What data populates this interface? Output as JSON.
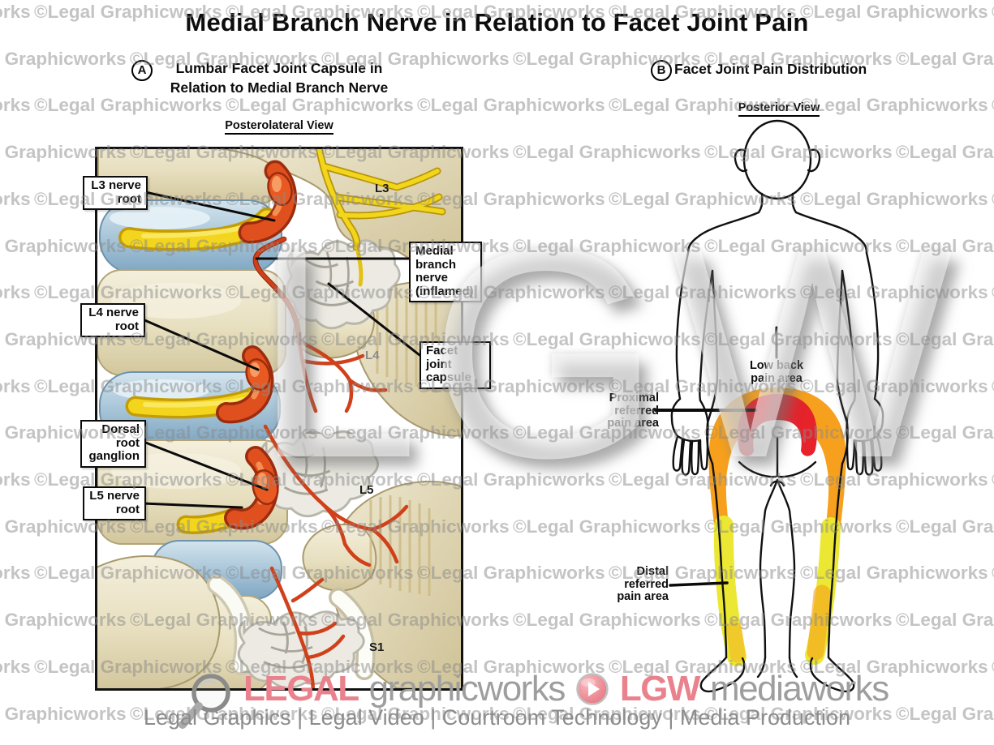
{
  "header": {
    "title": "Medial Branch Nerve in Relation to Facet Joint Pain"
  },
  "watermark": {
    "tile": "©Legal Graphicworks",
    "big": "LGW"
  },
  "panel_a": {
    "badge": "A",
    "title_lines": [
      "Lumbar Facet Joint Capsule in",
      "Relation to Medial Branch Nerve"
    ],
    "view_label": "Posterolateral View",
    "callouts": {
      "l3_nerve_root": [
        "L3 nerve",
        "root"
      ],
      "l4_nerve_root": [
        "L4 nerve",
        "root"
      ],
      "dorsal_root_ganglion": [
        "Dorsal",
        "root",
        "ganglion"
      ],
      "l5_nerve_root": [
        "L5 nerve",
        "root"
      ],
      "medial_branch": [
        "Medial",
        "branch",
        "nerve",
        "(inflamed)"
      ],
      "facet_joint_capsule": [
        "Facet joint",
        "capsule"
      ]
    },
    "vertebrae": [
      "L3",
      "L4",
      "L5",
      "S1"
    ]
  },
  "panel_b": {
    "badge": "B",
    "title": "Facet Joint Pain Distribution",
    "view_label": "Posterior View",
    "callouts": {
      "low_back": [
        "Low back",
        "pain area"
      ],
      "proximal": [
        "Proximal",
        "referred",
        "pain area"
      ],
      "distal": [
        "Distal",
        "referred",
        "pain area"
      ]
    },
    "colors": {
      "low_back": "#e6222b",
      "proximal": "#f6a01d",
      "distal": "#ebe732"
    }
  },
  "footer": {
    "brand_a_bold": "LEGAL",
    "brand_a_rest": "graphicworks",
    "brand_b_bold": "LGW",
    "brand_b_rest": "mediaworks",
    "tagline": "Legal Graphics | Legal Video | Courtroom Technology | Media Production",
    "accent_color": "#e9828c",
    "gray_color": "#9e9e9e"
  }
}
